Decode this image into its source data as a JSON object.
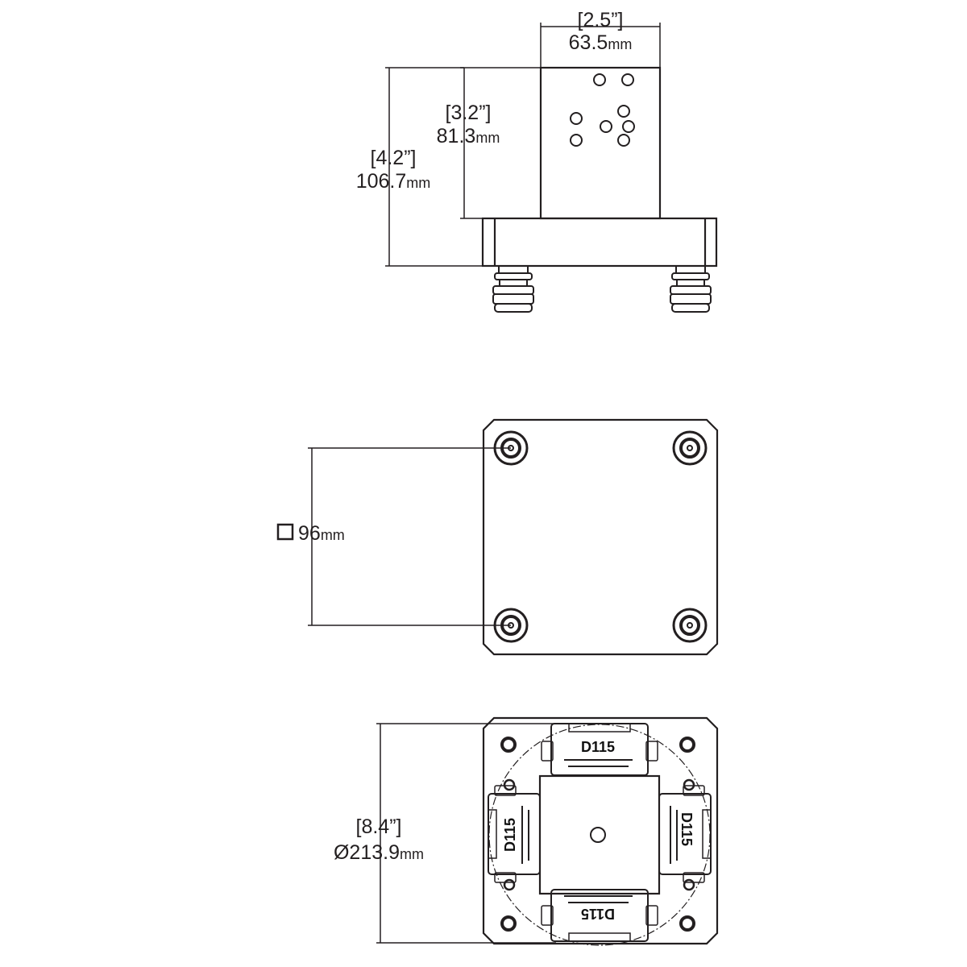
{
  "colors": {
    "line": "#231f20",
    "background": "#ffffff"
  },
  "side_view": {
    "width_dim": {
      "imperial": "[2.5”]",
      "metric": "63.5",
      "unit": "mm"
    },
    "column_height_dim": {
      "imperial": "[3.2”]",
      "metric": "81.3",
      "unit": "mm"
    },
    "total_height_dim": {
      "imperial": "[4.2”]",
      "metric": "106.7",
      "unit": "mm"
    }
  },
  "bottom_view": {
    "pattern_dim": {
      "symbol": "□",
      "metric": "96",
      "unit": "mm"
    }
  },
  "top_view": {
    "diameter_dim": {
      "imperial": "[8.4”]",
      "metric": "Ø213.9",
      "unit": "mm"
    },
    "module_label": "D115"
  }
}
